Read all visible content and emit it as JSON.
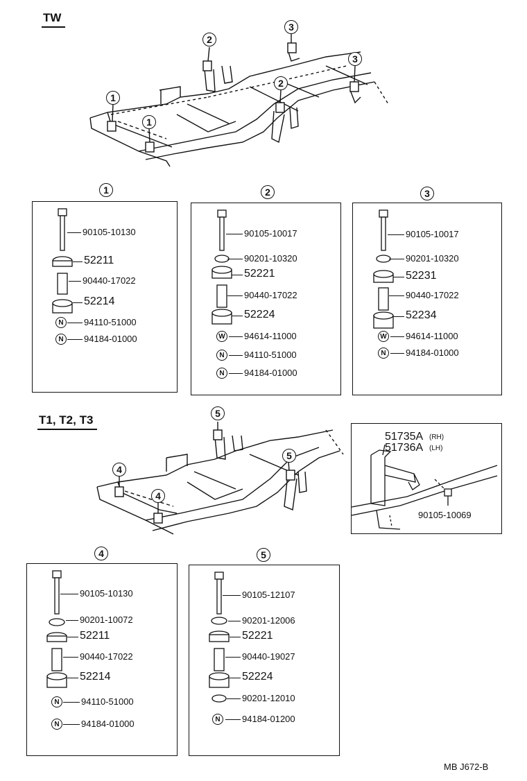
{
  "sections": {
    "tw": "TW",
    "t": "T1, T2, T3"
  },
  "callouts": [
    "1",
    "2",
    "3",
    "4",
    "5"
  ],
  "detail1": {
    "title": "1",
    "parts": [
      "90105-10130",
      "52211",
      "90440-17022",
      "52214",
      "94110-51000",
      "94184-01000"
    ],
    "letters": [
      "N",
      "N"
    ]
  },
  "detail2": {
    "title": "2",
    "parts": [
      "90105-10017",
      "90201-10320",
      "52221",
      "90440-17022",
      "52224",
      "94614-11000",
      "94110-51000",
      "94184-01000"
    ],
    "letters": [
      "W",
      "N",
      "N"
    ]
  },
  "detail3": {
    "title": "3",
    "parts": [
      "90105-10017",
      "90201-10320",
      "52231",
      "90440-17022",
      "52234",
      "94614-11000",
      "94184-01000"
    ],
    "letters": [
      "W",
      "N"
    ]
  },
  "detail4": {
    "title": "4",
    "parts": [
      "90105-10130",
      "90201-10072",
      "52211",
      "90440-17022",
      "52214",
      "94110-51000",
      "94184-01000"
    ],
    "letters": [
      "N",
      "N"
    ]
  },
  "detail5": {
    "title": "5",
    "parts": [
      "90105-12107",
      "90201-12006",
      "52221",
      "90440-19027",
      "52224",
      "90201-12010",
      "94184-01200"
    ],
    "letters": [
      "N"
    ]
  },
  "bracket": {
    "rh_part": "51735A",
    "rh_side": "(RH)",
    "lh_part": "51736A",
    "lh_side": "(LH)",
    "bolt": "90105-10069"
  },
  "footer": "MB  J672-B"
}
